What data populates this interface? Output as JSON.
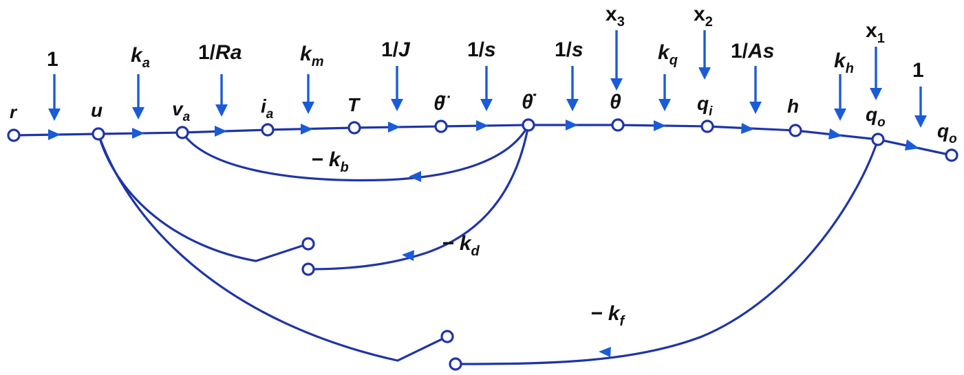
{
  "colors": {
    "line": "#1f35a6",
    "arrow": "#1a5bd8",
    "text": "#111111",
    "background": "#ffffff"
  },
  "nodes": {
    "r": "r",
    "u": "u",
    "va": "v",
    "va_sub": "a",
    "ia": "i",
    "ia_sub": "a",
    "T": "T",
    "theta_ddot": "θ̈",
    "theta_dot": "θ̇",
    "theta": "θ",
    "qi": "q",
    "qi_sub": "i",
    "h": "h",
    "qo": "q",
    "qo_sub": "o",
    "qo_out": "q",
    "qo_out_sub": "o"
  },
  "branch_gains": {
    "r_u": "1",
    "u_va": "k",
    "u_va_sub": "a",
    "va_ia": "1/Ra",
    "ia_T": "k",
    "ia_T_sub": "m",
    "T_thetaddot": "1/J",
    "thetaddot_thetadot": "1/s",
    "thetadot_theta": "1/s",
    "theta_qi": "k",
    "theta_qi_sub": "q",
    "qi_h": "1/As",
    "h_qo": "k",
    "h_qo_sub": "h",
    "qo_out": "1"
  },
  "disturbances": {
    "x3": "x",
    "x3_sub": "3",
    "x2": "x",
    "x2_sub": "2",
    "x1": "x",
    "x1_sub": "1"
  },
  "feedback_gains": {
    "kb": "− k",
    "kb_sub": "b",
    "kd": "− k",
    "kd_sub": "d",
    "kf": "− k",
    "kf_sub": "f"
  }
}
